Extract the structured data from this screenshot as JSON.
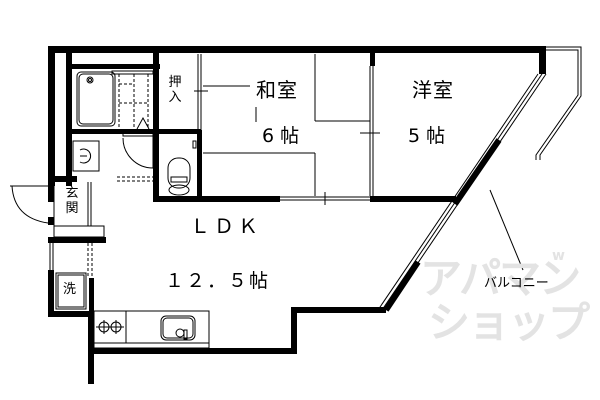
{
  "floor_plan": {
    "rooms": {
      "washitsu": {
        "name": "和室",
        "size": "6帖",
        "size_num": "6",
        "unit": "帖"
      },
      "youshitsu": {
        "name": "洋室",
        "size": "5帖",
        "size_num": "5",
        "unit": "帖"
      },
      "ldk": {
        "name": "ＬＤＫ",
        "size": "１２．５帖",
        "size_num": "１２．５",
        "unit": "帖"
      },
      "oshiire": {
        "name": "押入"
      },
      "genkan": {
        "name": "玄関"
      },
      "sentaku": {
        "name": "洗"
      },
      "balcony": {
        "name": "バルコニー"
      }
    },
    "watermark": {
      "line1": "アパマン",
      "line2": "ショップ",
      "mark": "w"
    },
    "colors": {
      "wall": "#000000",
      "background": "#ffffff",
      "watermark": "#e3e3e3"
    }
  }
}
